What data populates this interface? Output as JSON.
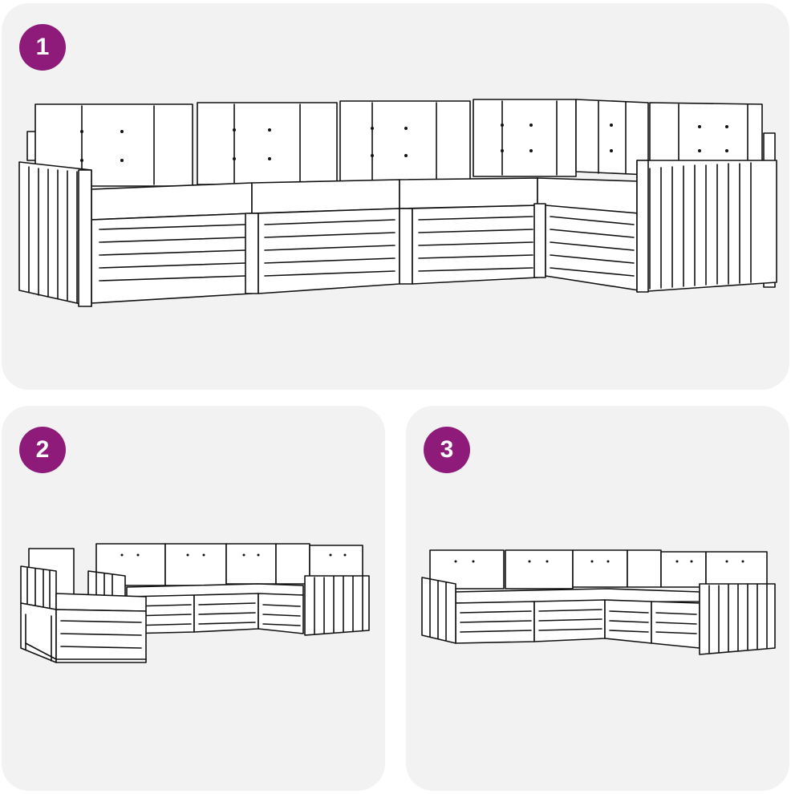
{
  "theme": {
    "panel_background": "#f2f2f2",
    "badge_color": "#8e1b7a",
    "line_color": "#111111"
  },
  "steps": [
    {
      "number": "1",
      "icon": "sofa-sectional-assembled-icon"
    },
    {
      "number": "2",
      "icon": "sofa-module-attach-icon"
    },
    {
      "number": "3",
      "icon": "sofa-sectional-complete-icon"
    }
  ]
}
